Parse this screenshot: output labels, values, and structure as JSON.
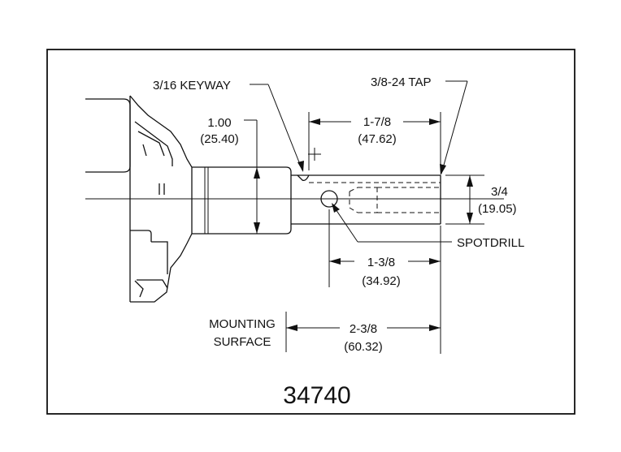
{
  "labels": {
    "keyway": "3/16 KEYWAY",
    "tap": "3/8-24 TAP",
    "spotdrill": "SPOTDRILL",
    "mounting_line1": "MOUNTING",
    "mounting_line2": "SURFACE"
  },
  "dimensions": {
    "shaft_dia_in": "1.00",
    "shaft_dia_mm": "(25.40)",
    "keyway_len_in": "1-7/8",
    "keyway_len_mm": "(47.62)",
    "end_dia_in": "3/4",
    "end_dia_mm": "(19.05)",
    "spot_pos_in": "1-3/8",
    "spot_pos_mm": "(34.92)",
    "overall_in": "2-3/8",
    "overall_mm": "(60.32)"
  },
  "part_number": "34740"
}
